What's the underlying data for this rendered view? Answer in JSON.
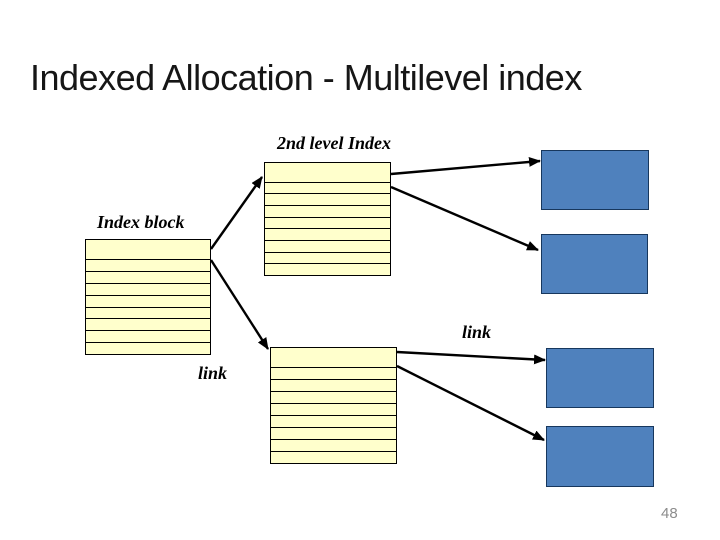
{
  "slide": {
    "title": "Indexed Allocation - Multilevel index",
    "page_number": "48"
  },
  "diagram": {
    "second_level_label": "2nd level Index",
    "index_block_label": "Index block",
    "link_label_left": "link",
    "link_label_right": "link",
    "rows_per_index_block": 9,
    "index_block_count": 3,
    "data_block_count": 4
  },
  "colors": {
    "background": "#ffffff",
    "title-text": "#161616",
    "label-text": "#000000",
    "index-fill": "#ffffcc",
    "index-line": "#000000",
    "data-fill": "#4f81bd",
    "data-border": "#17375d",
    "arrow": "#000000",
    "page-number-text": "#8c8c8c"
  }
}
